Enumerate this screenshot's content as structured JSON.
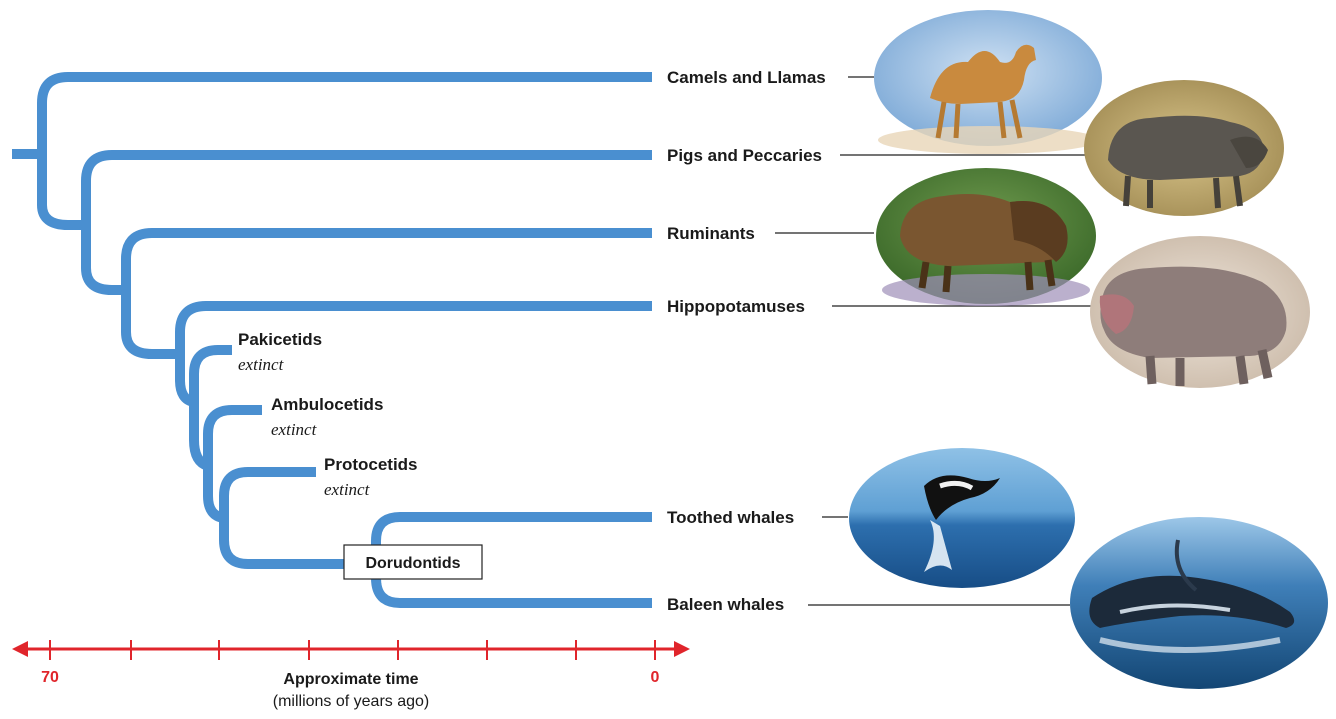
{
  "taxa": {
    "camels": "Camels and Llamas",
    "pigs": "Pigs and Peccaries",
    "ruminants": "Ruminants",
    "hippos": "Hippopotamuses",
    "pakicetids": "Pakicetids",
    "ambulocetids": "Ambulocetids",
    "protocetids": "Protocetids",
    "dorudontids": "Dorudontids",
    "toothed": "Toothed whales",
    "baleen": "Baleen whales"
  },
  "extinct_label": "extinct",
  "axis": {
    "title": "Approximate time",
    "subtitle": "(millions of years ago)",
    "left_label": "70",
    "right_label": "0",
    "color": "#e0252b"
  },
  "colors": {
    "branch": "#4a8fd0"
  },
  "photos": [
    {
      "subject": "camel"
    },
    {
      "subject": "warthog"
    },
    {
      "subject": "bison"
    },
    {
      "subject": "hippopotamus"
    },
    {
      "subject": "orca"
    },
    {
      "subject": "humpback-whale"
    }
  ]
}
